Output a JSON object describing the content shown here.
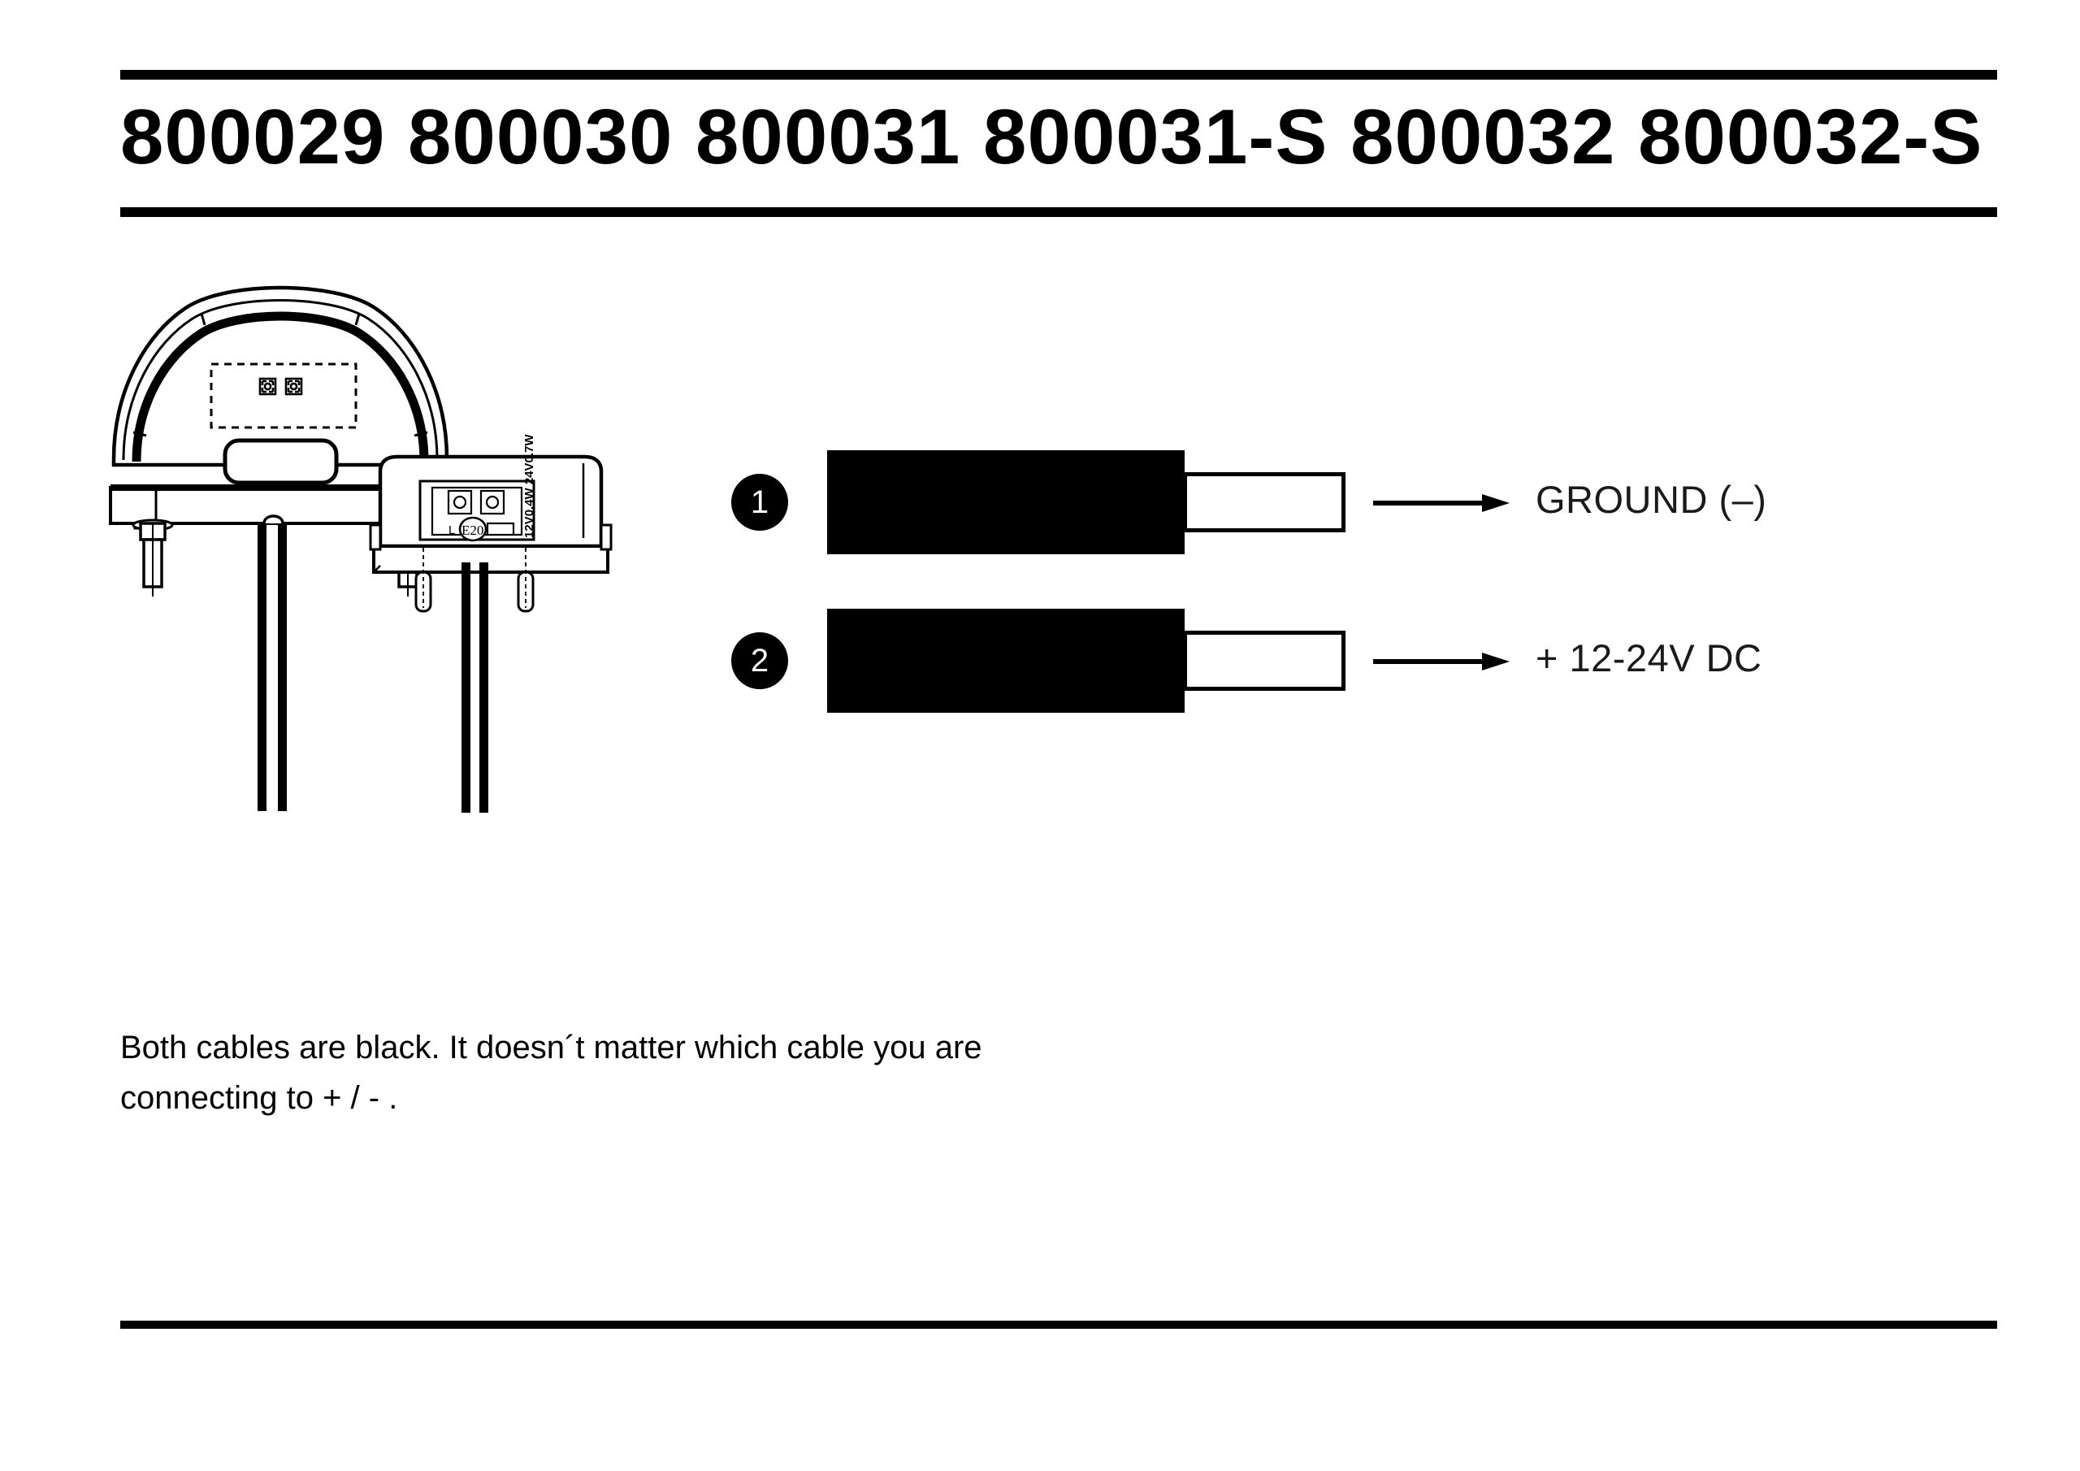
{
  "document": {
    "title": "800029  800030  800031  800031-S  800032  800032-S",
    "part_numbers": [
      "800029",
      "800030",
      "800031",
      "800031-S",
      "800032",
      "800032-S"
    ]
  },
  "drawing": {
    "lamp": {
      "name": "licence-plate-lamp-housing",
      "label_block_icons": [
        "approval-mark-icon",
        "approval-mark-icon"
      ],
      "cable_count": 2
    },
    "junction_box": {
      "name": "lamp-rear-housing",
      "rating_text": "12V0.4W 24V0.7W",
      "terminal_label": "L",
      "approval_mark": "E20",
      "cable_count": 2
    }
  },
  "cables": [
    {
      "number": "1",
      "label": "GROUND (–)",
      "jacket_color": "#000000",
      "conductor_color": "#ffffff"
    },
    {
      "number": "2",
      "label": "+ 12-24V DC",
      "jacket_color": "#000000",
      "conductor_color": "#ffffff"
    }
  ],
  "footnote": {
    "line1": "Both cables are black. It doesn´t matter which cable you are",
    "line2": "connecting to + / - ."
  },
  "colors": {
    "ink": "#000000",
    "paper": "#ffffff"
  }
}
